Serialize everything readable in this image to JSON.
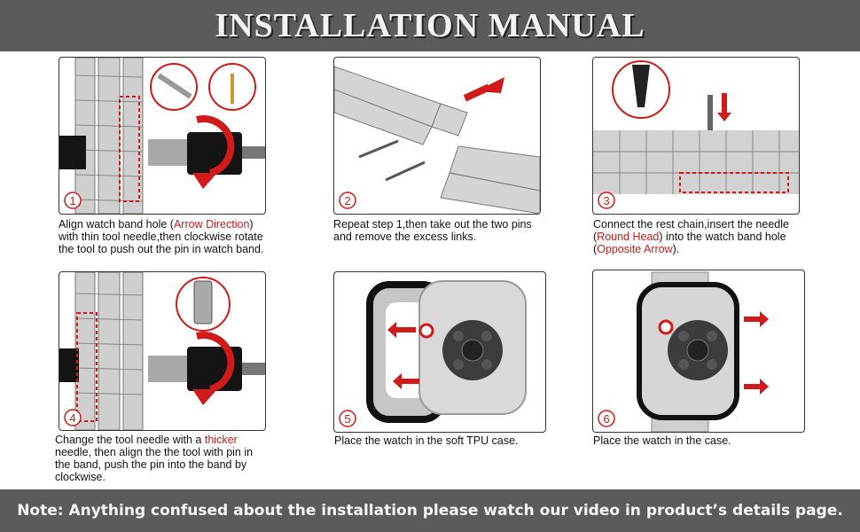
{
  "header": {
    "title": "INSTALLATION MANUAL"
  },
  "steps": [
    {
      "num": "1",
      "cap_a": "Align watch band hole (",
      "cap_b": "Arrow Direction",
      "cap_c": ") with thin tool needle,then clockwise rotate the tool to push out the pin in watch band."
    },
    {
      "num": "2",
      "cap_a": "Repeat step 1,then take out the two pins and remove the excess links."
    },
    {
      "num": "3",
      "cap_a": "Connect the rest chain,insert the needle (",
      "cap_b": "Round Head",
      "cap_c": ") into the watch band hole (",
      "cap_d": "Opposite Arrow",
      "cap_e": ")."
    },
    {
      "num": "4",
      "cap_a": "Change the tool needle with a ",
      "cap_b": "thicker",
      "cap_c": " needle, then align the the tool with pin in the band, push the pin into the band by clockwise."
    },
    {
      "num": "5",
      "cap_a": "Place the watch in the soft TPU case."
    },
    {
      "num": "6",
      "cap_a": "Place the watch in the case."
    }
  ],
  "footer": {
    "note": "Note:  Anything confused about the installation please watch our video in product’s details page."
  },
  "colors": {
    "accent": "#d11a1a",
    "bar": "#5b5b5b",
    "metal": "#c9c9c9",
    "dark": "#1a1a1a"
  }
}
